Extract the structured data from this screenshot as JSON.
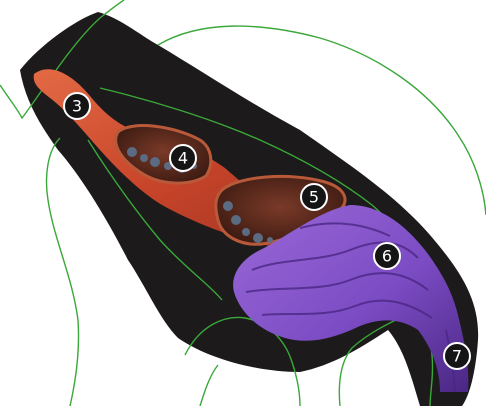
{
  "diagram": {
    "callouts": [
      {
        "label": "3"
      },
      {
        "label": "4"
      },
      {
        "label": "5"
      },
      {
        "label": "6"
      },
      {
        "label": "7"
      }
    ]
  },
  "colors": {
    "background": "#ffffff",
    "silhouette": "#1c1a1a",
    "outline": "#3aa83a",
    "tube": "#c8452a",
    "tube_highlight": "#e36a45",
    "chamber_interior": "#5a2a1c",
    "coil": "#7c4cc4",
    "coil_dark": "#4a2784",
    "callout_fill": "#151515",
    "callout_stroke": "#ffffff"
  }
}
